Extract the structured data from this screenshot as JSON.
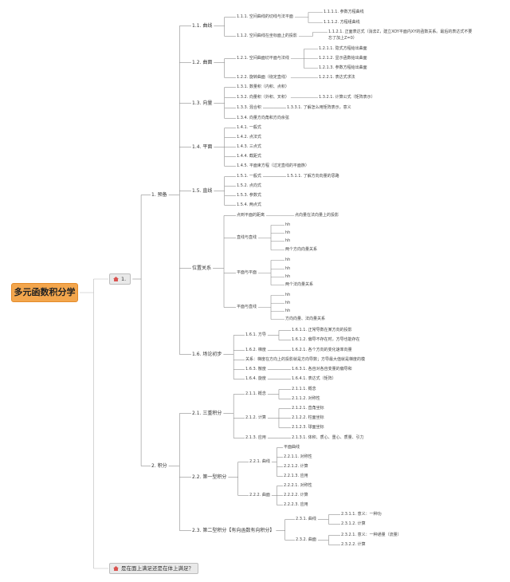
{
  "root": "多元函数积分学",
  "tag1": "1.",
  "tag2": "是在面上满足还是在体上满足？",
  "sec1": "1. 预备",
  "sec2": "2. 积分",
  "s11": "1.1. 曲线",
  "s111": "1.1.1. 空间曲线的切线与法平面",
  "s1111": "1.1.1.1. 参数方程曲线",
  "s1112": "1.1.1.2. 方程组曲线",
  "s112": "1.1.2. 空间曲线在坐标面上的投影",
  "s1121a": "1.1.2.1. 正面表达式（消去Z，建立XOY平面内XY的函数关系。最后的表达式不要",
  "s1121b": "忘了加上Z=0）",
  "s12": "1.2. 曲面",
  "s121": "1.2.1. 空间曲面切平面与法线",
  "s1211": "1.2.1.1. 隐式方程给出曲面",
  "s1212": "1.2.1.2. 显示函数给出曲面",
  "s1213": "1.2.1.3. 参数方程给出曲面",
  "s122": "1.2.2. 旋转曲面（绕定直线）",
  "s1221": "1.2.2.1. 表达式求法",
  "s13": "1.3. 向量",
  "s131": "1.3.1. 数量积（内积、点积）",
  "s132": "1.3.2. 向量积（外积、叉积）",
  "s1321": "1.3.2.1. 计算公式（矩阵表示）",
  "s133": "1.3.3. 混合积",
  "s1331": "1.3.3.1. 了解怎么用矩阵表示，意义",
  "s134": "1.3.4. 向量方向角和方向余弦",
  "s14": "1.4. 平面",
  "s141": "1.4.1. 一般式",
  "s142": "1.4.2. 点法式",
  "s143": "1.4.3. 三点式",
  "s144": "1.4.4. 截距式",
  "s145": "1.4.5. 平面束方程（过定直线的平面族）",
  "s15": "1.5. 直线",
  "s151": "1.5.1. 一般式",
  "s1511": "1.5.1.1. 了解方向向量的思路",
  "s152": "1.5.2. 点向式",
  "s153": "1.5.3. 参数式",
  "s154": "1.5.4. 两点式",
  "pos": "位置关系",
  "pd": "点到平面的距离",
  "pd1": "点向量在法向量上的投影",
  "lx": "直线与直线",
  "pp": "平面与平面",
  "px": "平面与直线",
  "h": "hh",
  "lx4": "两个方向向量关系",
  "pp4": "两个法向量关系",
  "px4": "方向向量、法向量关系",
  "s16": "1.6. 场论初步",
  "s161": "1.6.1. 方导",
  "s1611": "1.6.1.1. 正常导数在某方向的投影",
  "s1612": "1.6.1.2. 偏导不存在时，方导也能存在",
  "s162": "1.6.2. 梯度",
  "s1621": "1.6.2.1. 各个方向的变化速率向量",
  "rel": "关系：梯度在方向上的投影就是方向导数；方导最大值就是梯度的模",
  "s163": "1.6.3. 散度",
  "s1631": "1.6.3.1. 各自对各自变量的偏导和",
  "s164": "1.6.4. 旋度",
  "s1641": "1.6.4.1. 表达式（矩阵）",
  "s21": "2.1. 三重积分",
  "s211": "2.1.1. 概念",
  "s2111": "2.1.1.1. 概念",
  "s2112": "2.1.1.2. 对称性",
  "s212": "2.1.2. 计算",
  "s2121": "2.1.2.1. 直角坐标",
  "s2122": "2.1.2.2. 柱面坐标",
  "s2123": "2.1.2.3. 球面坐标",
  "s213": "2.1.3. 应用",
  "s2131": "2.1.3.1. 体积、质心、重心、质量、引力",
  "s22": "2.2. 第一型积分",
  "s221": "2.2.1. 曲线",
  "s2210": "平面曲线",
  "s2211": "2.2.1.1. 对称性",
  "s2212": "2.2.1.2. 计算",
  "s2213": "2.2.1.3. 应用",
  "s222": "2.2.2. 曲面",
  "s2221": "2.2.2.1. 对称性",
  "s2222": "2.2.2.2. 计算",
  "s2223": "2.2.2.3. 应用",
  "s23": "2.3. 第二型积分【有向函数有向积分】",
  "s231": "2.3.1. 曲线",
  "s2311": "2.3.1.1. 意义：一种功",
  "s2312": "2.3.1.2. 计算",
  "s232": "2.3.2. 曲面",
  "s2321": "2.3.2.1. 意义：一种通量（流量）",
  "s2322": "2.3.2.2. 计算"
}
